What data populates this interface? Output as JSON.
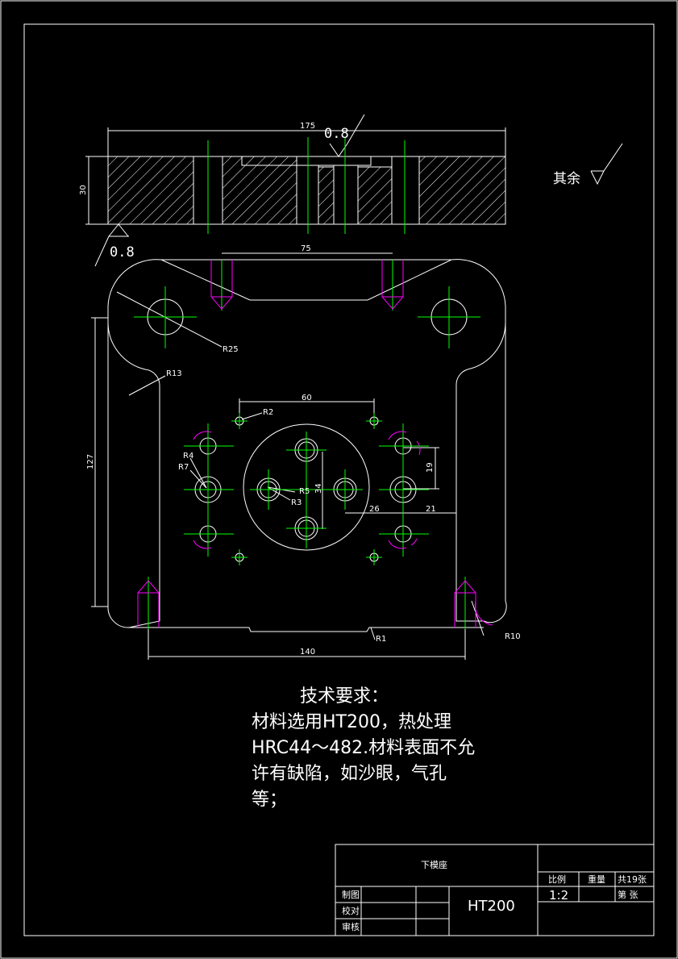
{
  "drawing": {
    "part_name": "下模座",
    "material": "HT200",
    "scale_label": "比例",
    "scale_value": "1:2",
    "weight_label": "重量",
    "total_sheets": "共19张",
    "sheet_no": "第 张",
    "rows": [
      "制图",
      "校对",
      "审核"
    ],
    "other_finish": "其余",
    "roughness": "0.8"
  },
  "dimensions": {
    "top_width": "175",
    "height": "30",
    "top_span": "75",
    "hole_span_60": "60",
    "left_height": "127",
    "bottom_span": "140",
    "d19": "19",
    "d26": "26",
    "d21": "21",
    "d34": "34"
  },
  "radii": {
    "r25": "R25",
    "r13": "R13",
    "r2": "R2",
    "r4": "R4",
    "r7": "R7",
    "r5": "R5",
    "r3": "R3",
    "r1": "R1",
    "r10": "R10"
  },
  "notes": {
    "heading": "技术要求：",
    "lines": [
      "材料选用HT200，热处理",
      "HRC44～482.材料表面不允",
      "许有缺陷，如沙眼，气孔",
      "等；"
    ]
  },
  "colors": {
    "line": "#ffffff",
    "center": "#00ff00",
    "hidden": "#ff00ff",
    "background": "#000000"
  }
}
